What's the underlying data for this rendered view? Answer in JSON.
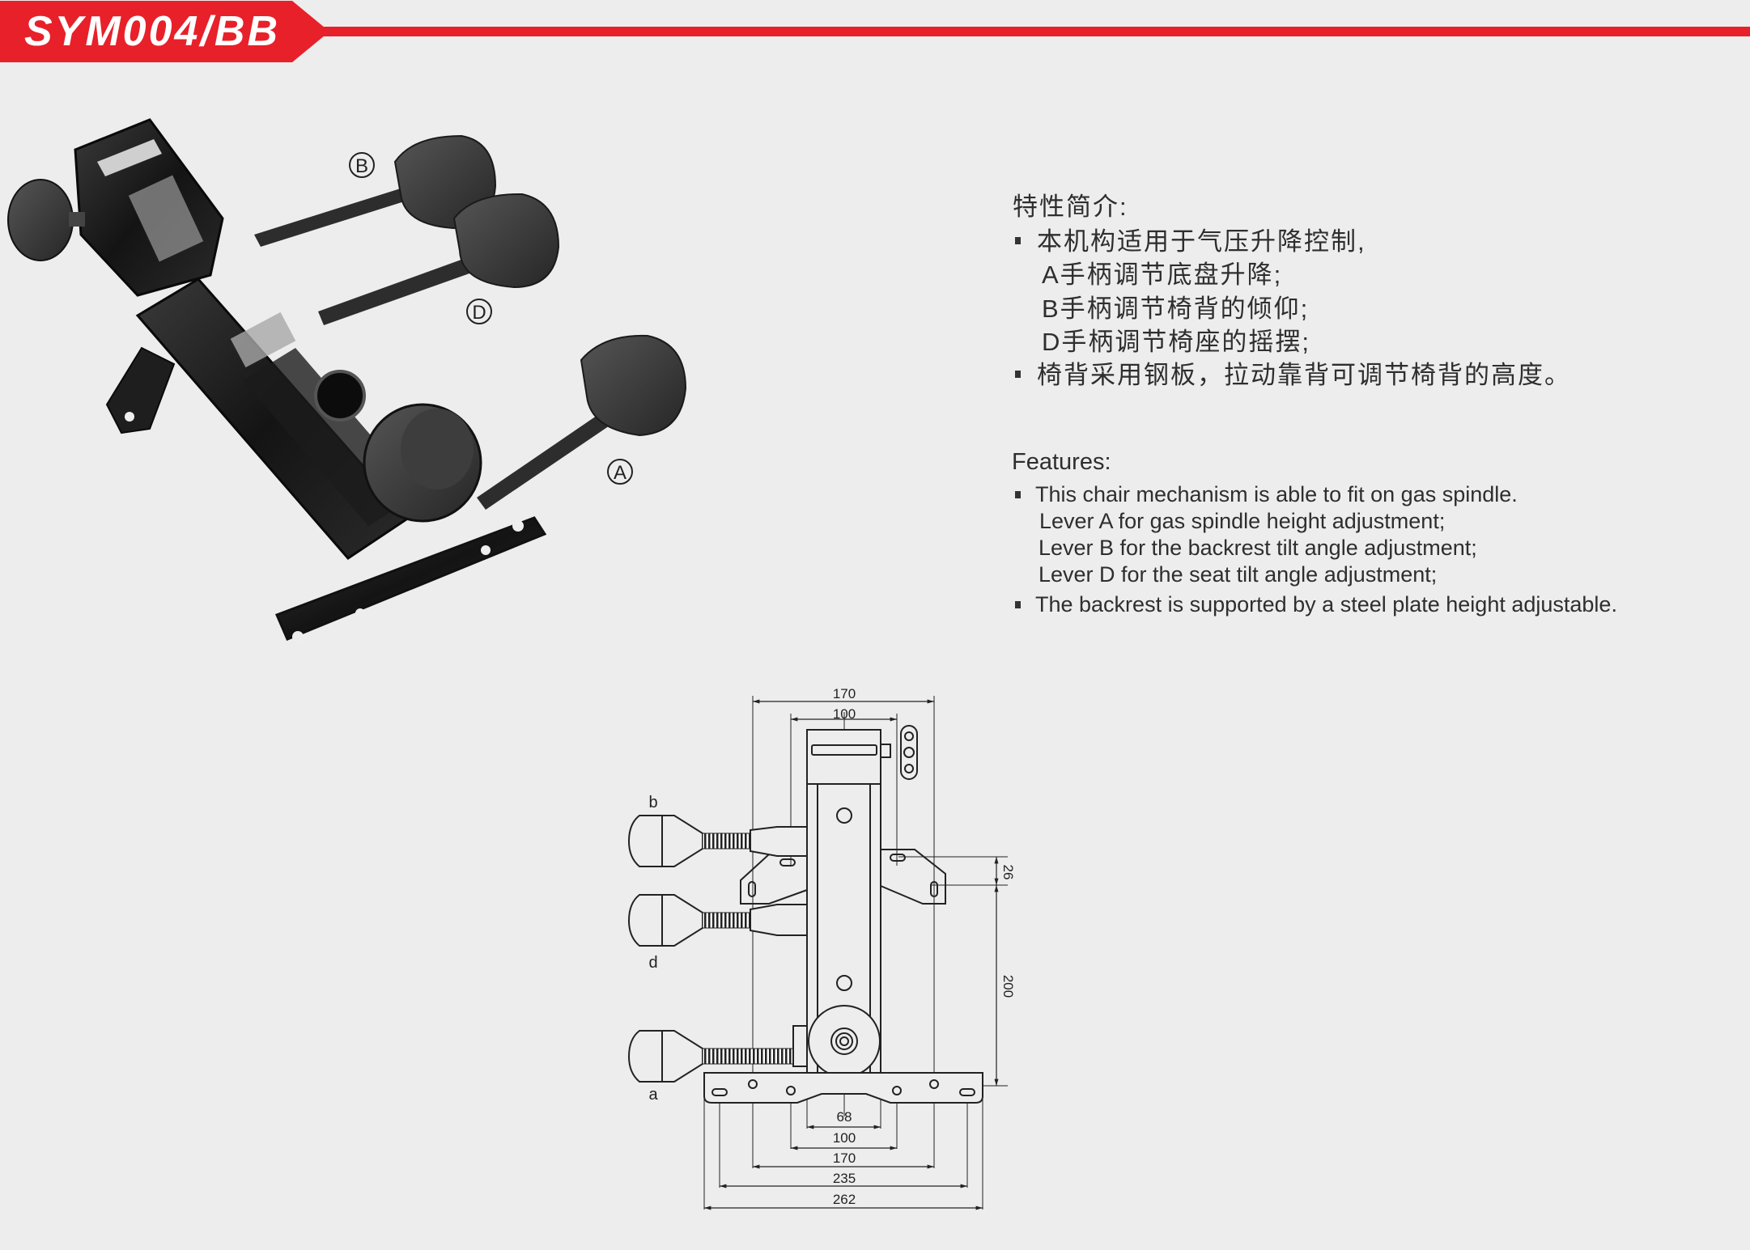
{
  "header": {
    "model": "SYM004/BB",
    "accent_color": "#e8202a"
  },
  "photo": {
    "labels": {
      "b": "B",
      "d": "D",
      "a": "A"
    }
  },
  "intro_cn": {
    "title": "特性简介:",
    "lines": [
      "本机构适用于气压升降控制,",
      "A手柄调节底盘升降;",
      "B手柄调节椅背的倾仰;",
      "D手柄调节椅座的摇摆;",
      "椅背采用钢板，拉动靠背可调节椅背的高度。"
    ]
  },
  "features_en": {
    "title": "Features:",
    "lines": [
      "This chair mechanism is able to fit on gas spindle.",
      "Lever A for gas spindle height adjustment;",
      "Lever B for the backrest tilt angle adjustment;",
      "Lever D for the seat tilt angle adjustment;",
      "The backrest is supported by a steel plate height adjustable."
    ]
  },
  "drawing": {
    "lever_labels": {
      "b": "b",
      "d": "d",
      "a": "a"
    },
    "dims_top": [
      "170",
      "100"
    ],
    "dims_bottom": [
      "68",
      "100",
      "170",
      "235",
      "262"
    ],
    "dims_right": [
      "26",
      "200"
    ]
  }
}
